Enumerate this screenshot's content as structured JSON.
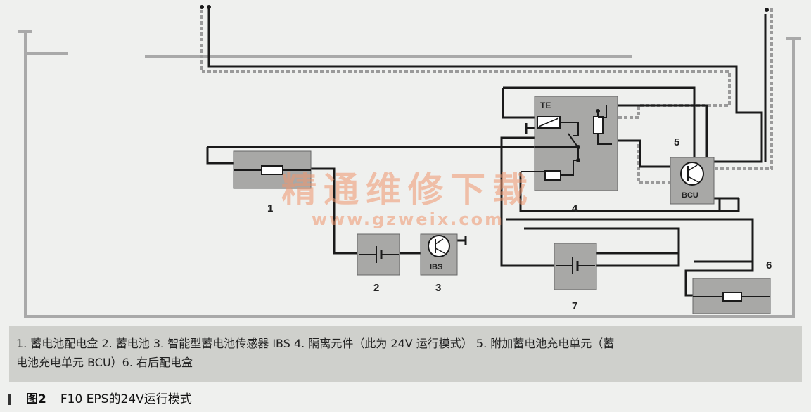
{
  "diagram": {
    "components": {
      "c1": {
        "number": "1"
      },
      "c2": {
        "number": "2"
      },
      "c3": {
        "number": "3",
        "text": "IBS"
      },
      "c4": {
        "number": "4",
        "text": "TE"
      },
      "c5": {
        "number": "5",
        "text": "BCU"
      },
      "c6": {
        "number": "6"
      },
      "c7": {
        "number": "7"
      }
    }
  },
  "watermark": {
    "chinese": "精通维修下载",
    "url": "www.gzweix.com"
  },
  "legend": {
    "line1": "1. 蓄电池配电盒 2. 蓄电池 3. 智能型蓄电池传感器 IBS 4. 隔离元件（此为 24V 运行模式） 5. 附加蓄电池充电单元（蓄",
    "line2": "电池充电单元 BCU）6. 右后配电盒"
  },
  "figure": {
    "label": "图2",
    "title": "F10 EPS的24V运行模式"
  },
  "colors": {
    "background": "#eff0ee",
    "box_fill": "#a8a8a6",
    "wire": "#1a1a1a",
    "wire_gray": "#a9a9a9",
    "legend_bg": "#cfd0cc",
    "watermark": "#ee966e"
  }
}
